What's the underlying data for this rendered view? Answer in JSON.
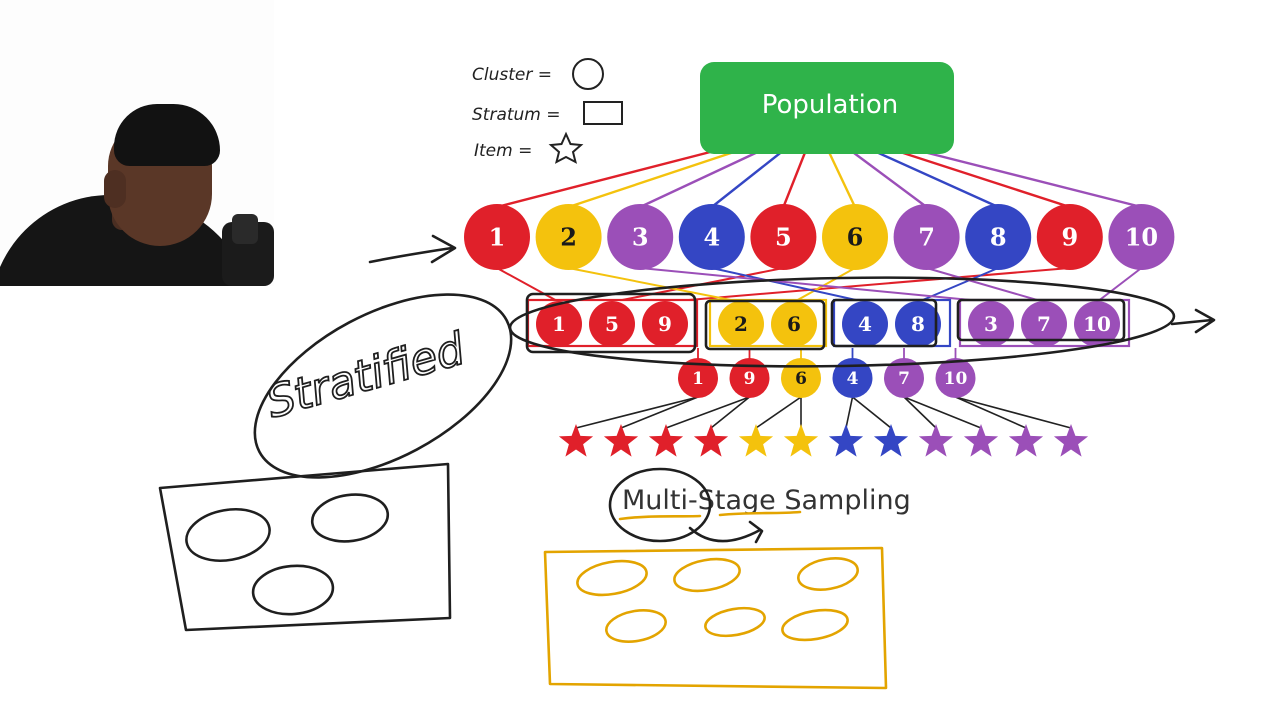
{
  "legend": [
    {
      "label": "Cluster =",
      "symbol": "circle"
    },
    {
      "label": "Stratum =",
      "symbol": "rectangle"
    },
    {
      "label": "Item =",
      "symbol": "star"
    }
  ],
  "population": {
    "label": "Population",
    "color": "#2fb34a"
  },
  "colors": {
    "red": "#e0202a",
    "yellow": "#f4c20d",
    "purple": "#9b4fb8",
    "blue": "#3446c4"
  },
  "clusters": [
    {
      "label": "1",
      "color": "red"
    },
    {
      "label": "2",
      "color": "yellow"
    },
    {
      "label": "3",
      "color": "purple"
    },
    {
      "label": "4",
      "color": "blue"
    },
    {
      "label": "5",
      "color": "red"
    },
    {
      "label": "6",
      "color": "yellow"
    },
    {
      "label": "7",
      "color": "purple"
    },
    {
      "label": "8",
      "color": "blue"
    },
    {
      "label": "9",
      "color": "red"
    },
    {
      "label": "10",
      "color": "purple"
    }
  ],
  "strata": [
    {
      "color": "red",
      "items": [
        "1",
        "5",
        "9"
      ]
    },
    {
      "color": "yellow",
      "items": [
        "2",
        "6"
      ]
    },
    {
      "color": "blue",
      "items": [
        "4",
        "8"
      ]
    },
    {
      "color": "purple",
      "items": [
        "3",
        "7",
        "10"
      ]
    }
  ],
  "sampled_clusters": [
    {
      "label": "1",
      "color": "red"
    },
    {
      "label": "9",
      "color": "red"
    },
    {
      "label": "6",
      "color": "yellow"
    },
    {
      "label": "4",
      "color": "blue"
    },
    {
      "label": "7",
      "color": "purple"
    },
    {
      "label": "10",
      "color": "purple"
    }
  ],
  "items": [
    "red",
    "red",
    "red",
    "red",
    "yellow",
    "yellow",
    "blue",
    "blue",
    "purple",
    "purple",
    "purple",
    "purple"
  ],
  "caption": "Multi-Stage Sampling",
  "annotations": {
    "handwritten": "Stratified",
    "ink_color": "#1f1f1f",
    "highlight_color": "#e3a400"
  }
}
